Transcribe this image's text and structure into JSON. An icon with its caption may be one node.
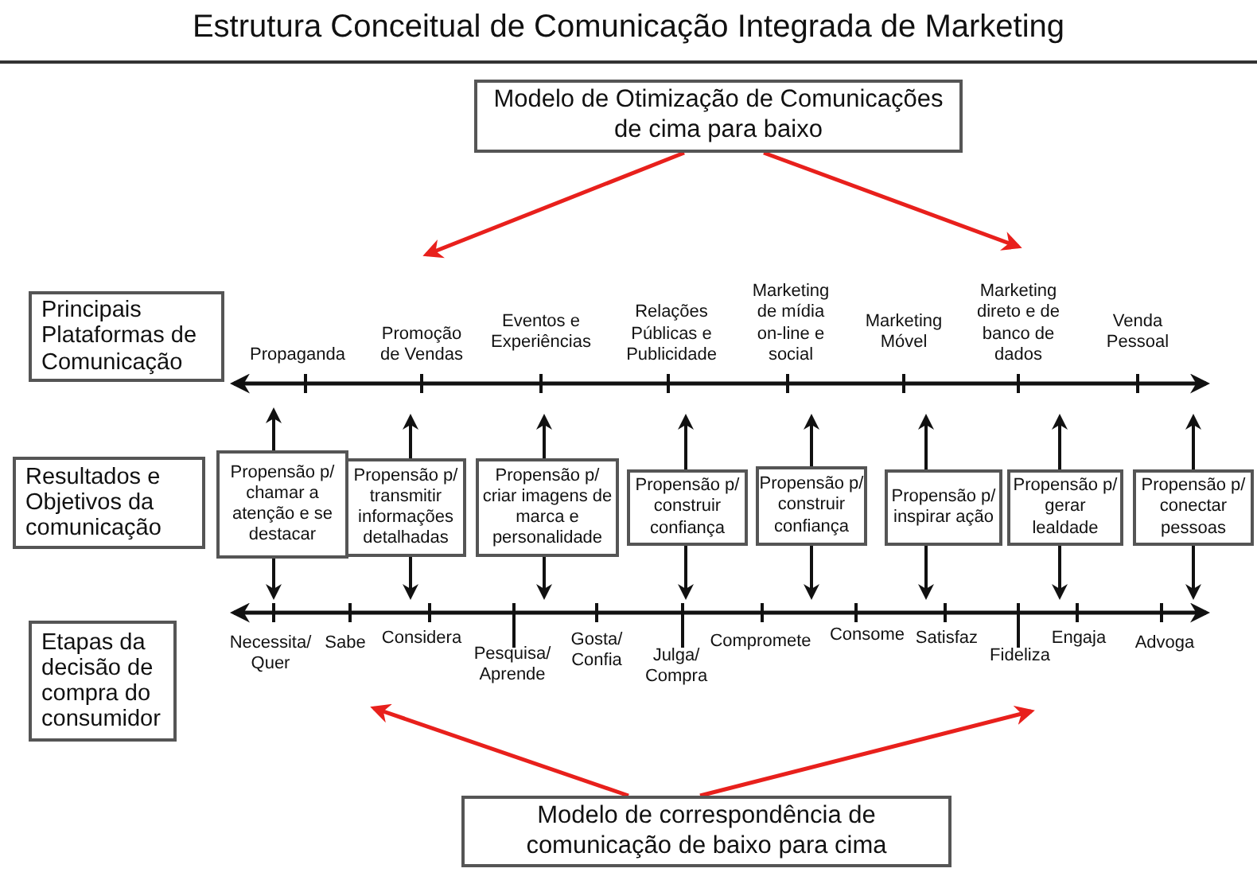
{
  "diagram": {
    "title": "Estrutura Conceitual de Comunicação Integrada de Marketing",
    "nodes": [
      {
        "text": [
          "Modelo de Otimização de Comunicações de cima para baixo"
        ]
      },
      {
        "text": [
          "Principais Plataformas de Comunicação"
        ]
      },
      {
        "text": [
          "Resultados e Objetivos da comunicação"
        ]
      },
      {
        "text": [
          "Etapas da decisão de compra do consumidor"
        ]
      },
      {
        "text": [
          "Propensão p/ chamar a atenção e se destacar"
        ]
      },
      {
        "text": [
          "Propensão p/ transmitir informações detalhadas"
        ]
      },
      {
        "text": [
          "Propensão p/ criar imagens de marca e personalidade"
        ]
      },
      {
        "text": [
          "Propensão p/ construir confiança"
        ]
      },
      {
        "text": [
          "Propensão p/ construir confiança"
        ]
      },
      {
        "text": [
          "Propensão p/ inspirar ação"
        ]
      },
      {
        "text": [
          "Propensão p/ gerar lealdade"
        ]
      },
      {
        "text": [
          "Propensão p/ conectar pessoas"
        ]
      },
      {
        "text": [
          "Modelo de correspondência de comunicação de baixo para cima"
        ]
      }
    ],
    "edges": [
      {
        "from": 0,
        "to": null,
        "arrow": "to",
        "color": "#e8201c"
      },
      {
        "from": 0,
        "to": null,
        "arrow": "to",
        "color": "#e8201c"
      },
      {
        "from": 4,
        "to": null,
        "arrow": "to"
      },
      {
        "from": 4,
        "to": null,
        "arrow": "to"
      },
      {
        "from": 5,
        "to": null,
        "arrow": "to"
      },
      {
        "from": 5,
        "to": null,
        "arrow": "to"
      },
      {
        "from": 6,
        "to": null,
        "arrow": "to"
      },
      {
        "from": 6,
        "to": null,
        "arrow": "to"
      },
      {
        "from": 7,
        "to": null,
        "arrow": "to"
      },
      {
        "from": 7,
        "to": null,
        "arrow": "to"
      },
      {
        "from": 8,
        "to": null,
        "arrow": "to"
      },
      {
        "from": 8,
        "to": null,
        "arrow": "to"
      },
      {
        "from": 9,
        "to": null,
        "arrow": "to"
      },
      {
        "from": 9,
        "to": null,
        "arrow": "to"
      },
      {
        "from": 10,
        "to": null,
        "arrow": "to"
      },
      {
        "from": 10,
        "to": null,
        "arrow": "to"
      },
      {
        "from": 11,
        "to": null,
        "arrow": "to"
      },
      {
        "from": 11,
        "to": null,
        "arrow": "to"
      },
      {
        "from": 12,
        "to": null,
        "arrow": "to",
        "color": "#e8201c"
      },
      {
        "from": 12,
        "to": null,
        "arrow": "to",
        "color": "#e8201c"
      }
    ],
    "labels": [
      "Propaganda",
      "Promoção de Vendas",
      "Eventos e Experiências",
      "Relações Públicas e Publicidade",
      "Marketing de mídia on-line e social",
      "Marketing Móvel",
      "Marketing direto e de banco de dados",
      "Venda Pessoal",
      "Necessita/ Quer",
      "Sabe",
      "Considera",
      "Pesquisa/ Aprende",
      "Gosta/ Confia",
      "Julga/ Compra",
      "Compromete",
      "Consome",
      "Satisfaz",
      "Fideliza",
      "Engaja",
      "Advoga"
    ]
  }
}
